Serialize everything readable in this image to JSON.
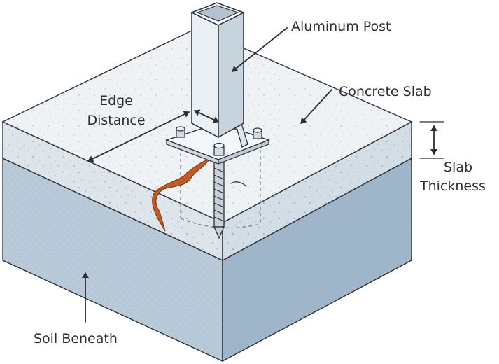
{
  "labels": {
    "post": "Aluminum Post",
    "slab": "Concrete Slab",
    "edge_line1": "Edge",
    "edge_line2": "Distance",
    "thickness_line1": "Slab",
    "thickness_line2": "Thickness",
    "soil": "Soil Beneath"
  },
  "colors": {
    "slab_top": "#eef2f5",
    "slab_side": "#dde4ea",
    "soil_front": "#b8c9d8",
    "soil_right": "#9fb6ca",
    "crack": "#c45a22",
    "ink": "#2b2f36"
  }
}
